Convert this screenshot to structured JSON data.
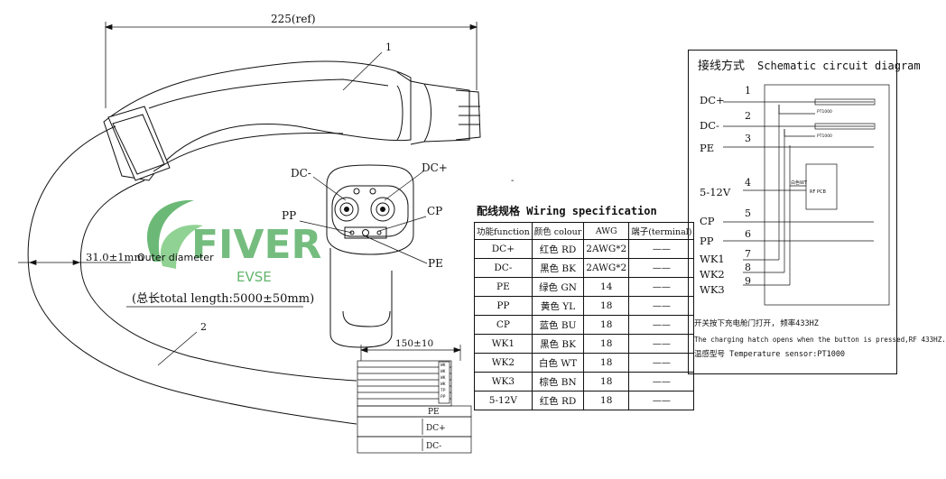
{
  "drawing": {
    "dim_top": "225(ref)",
    "part1": "1",
    "part2": "2",
    "outer_diameter": "31.0±1mm",
    "outer_diameter_en": "Outer diameter",
    "total_length": "(总长total length:5000±50mm)",
    "len_150": "150±10",
    "label_dcm": "DC-",
    "label_dcp": "DC+",
    "label_pp": "PP",
    "label_cp": "CP",
    "label_pe": "PE",
    "dash_mark": "-",
    "cable_pe": "PE",
    "cable_dcp": "DC+",
    "cable_dcm": "DC-",
    "cable_small": [
      "WK",
      "WK",
      "WK",
      "WK",
      "TP",
      "PP"
    ]
  },
  "watermark": {
    "brand": "FIVER",
    "sub": "EVSE",
    "color": "#3ca24a"
  },
  "wiring": {
    "title": "配线规格 Wiring specification",
    "headers": [
      "功能function",
      "颜色 colour",
      "AWG",
      "端子(terminal)"
    ],
    "rows": [
      [
        "DC+",
        "红色 RD",
        "2AWG*2",
        "——"
      ],
      [
        "DC-",
        "黑色 BK",
        "2AWG*2",
        "——"
      ],
      [
        "PE",
        "绿色 GN",
        "14",
        "——"
      ],
      [
        "PP",
        "黄色 YL",
        "18",
        "——"
      ],
      [
        "CP",
        "蓝色 BU",
        "18",
        "——"
      ],
      [
        "WK1",
        "黑色 BK",
        "18",
        "——"
      ],
      [
        "WK2",
        "白色 WT",
        "18",
        "——"
      ],
      [
        "WK3",
        "棕色 BN",
        "18",
        "——"
      ],
      [
        "5-12V",
        "红色 RD",
        "18",
        "——"
      ]
    ]
  },
  "schematic": {
    "title_cn": "接线方式",
    "title_en": "Schematic circuit diagram",
    "pins": [
      {
        "label": "DC+",
        "num": "1"
      },
      {
        "label": "DC-",
        "num": "2"
      },
      {
        "label": "PE",
        "num": "3"
      },
      {
        "label": "5-12V",
        "num": "4"
      },
      {
        "label": "CP",
        "num": "5"
      },
      {
        "label": "PP",
        "num": "6"
      },
      {
        "label": "WK1",
        "num": "7"
      },
      {
        "label": "WK2",
        "num": "8"
      },
      {
        "label": "WK3",
        "num": "9"
      }
    ],
    "pt1": "PT1000",
    "pt2": "PT1000",
    "white_wt": "白色WT",
    "rf_pcb": "RF PCB",
    "note1": "开关按下充电舱门打开, 频率433HZ",
    "note2": "The charging hatch opens when the button is pressed,RF 433HZ.",
    "note3": "温感型号 Temperature sensor:PT1000"
  }
}
